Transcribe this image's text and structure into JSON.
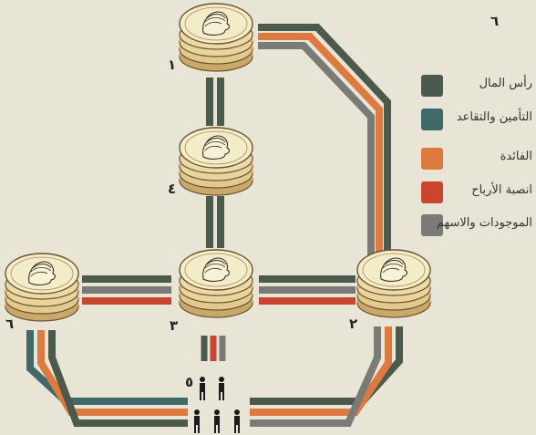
{
  "diagram": {
    "figure_number": "٦",
    "labels": {
      "node_top": "١",
      "node_middle": "٤",
      "node_center": "٣",
      "node_right": "٢",
      "node_left": "٦",
      "people": "٥"
    }
  },
  "legend": [
    {
      "label": "رأس المال",
      "color": "#4b5a4c"
    },
    {
      "label": "التأمين والتقاعد",
      "color": "#3f6a69"
    },
    {
      "label": "الفائدة",
      "color": "#dd7a3f"
    },
    {
      "label": "انصبة الأرباح",
      "color": "#c9452f"
    },
    {
      "label": "الموجودات والاسهم",
      "color": "#7a7a76"
    }
  ],
  "colors": {
    "background": "#e8e5d6",
    "coin_face": "#f3ecc8",
    "coin_edge": "#c9a86a",
    "coin_line": "#8a6a3a"
  }
}
